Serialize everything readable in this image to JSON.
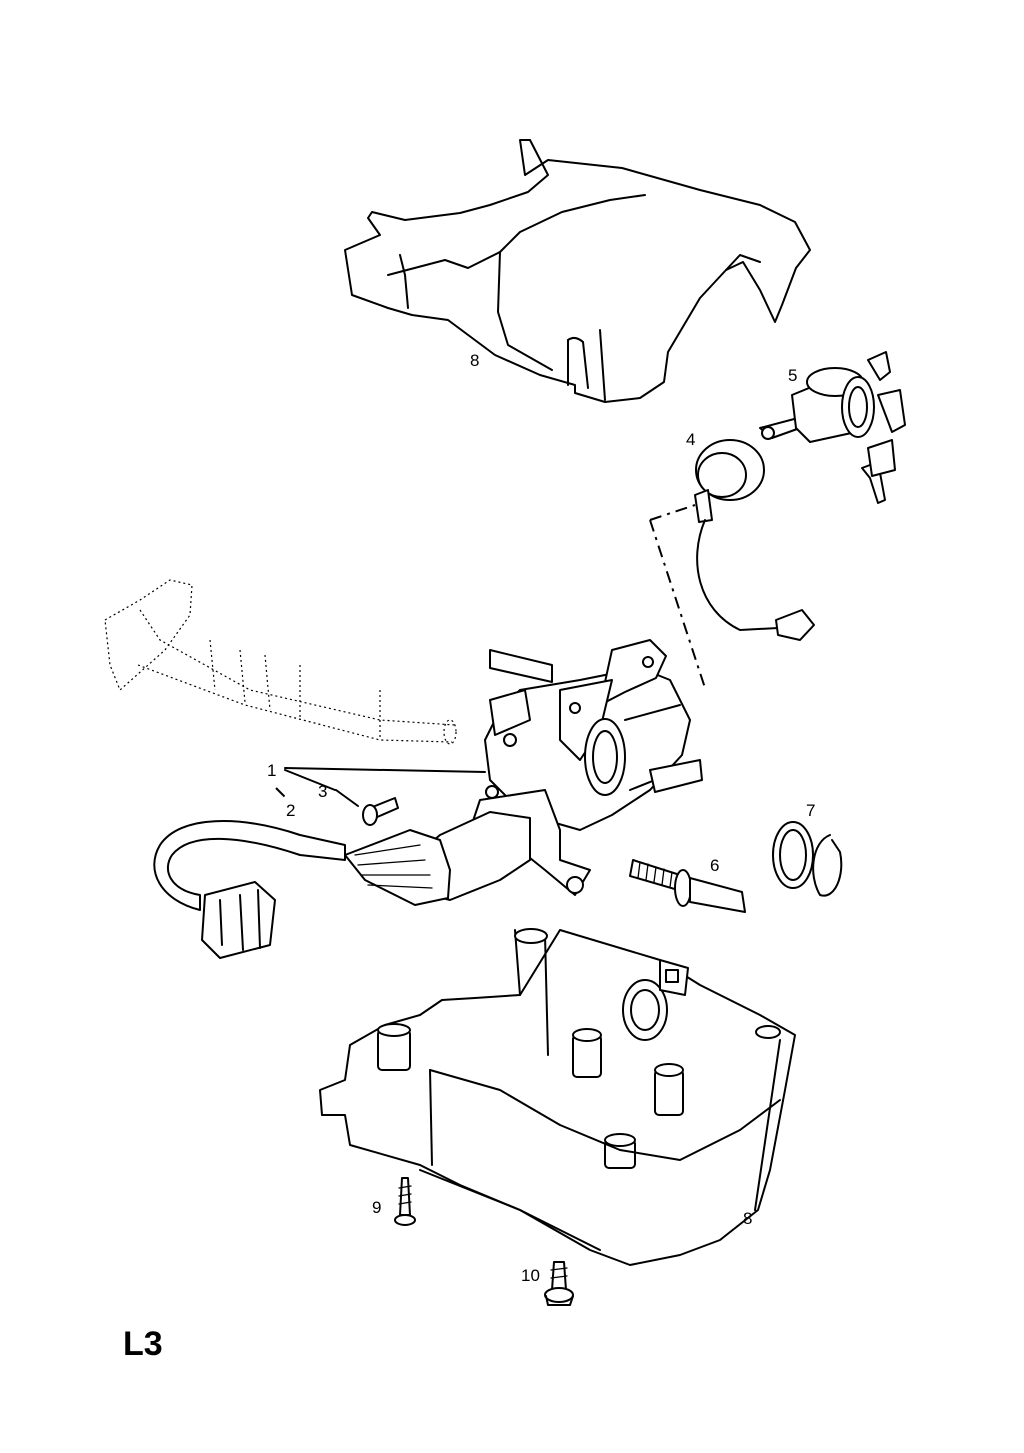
{
  "diagram": {
    "code": "L3",
    "callouts": {
      "c1": "1",
      "c2": "2",
      "c3": "3",
      "c4": "4",
      "c5": "5",
      "c6": "6",
      "c7": "7",
      "c8_upper": "8",
      "c8_lower": "8",
      "c9": "9",
      "c10": "10"
    }
  }
}
